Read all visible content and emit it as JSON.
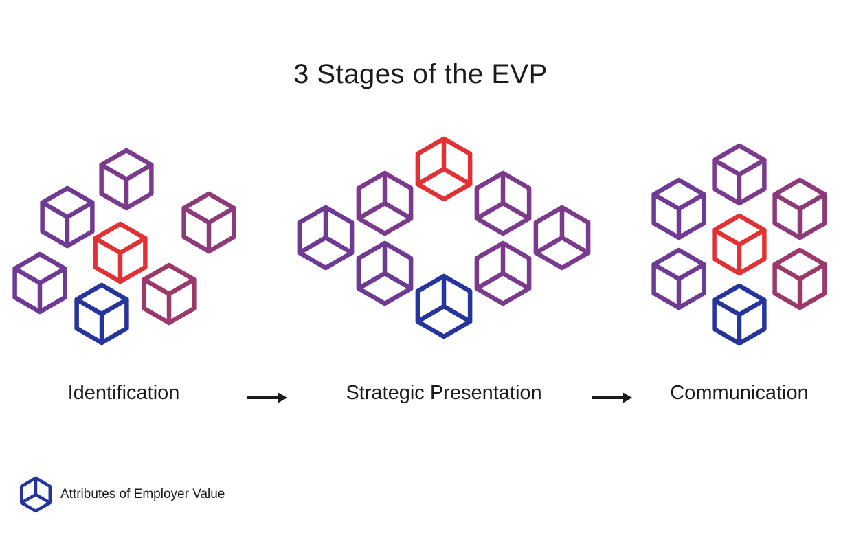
{
  "title": "3 Stages of the EVP",
  "stages": [
    {
      "label": "Identification"
    },
    {
      "label": "Strategic Presentation"
    },
    {
      "label": "Communication"
    }
  ],
  "legend": {
    "text": "Attributes of Employer Value",
    "icon": "cube-icon"
  },
  "colors": {
    "red": "#e23134",
    "blue": "#25359b",
    "purple": "#6e3a93",
    "violet": "#7b3a8c",
    "plum": "#8c3b78",
    "wine": "#9b3a6a",
    "text": "#1a1a1a"
  }
}
